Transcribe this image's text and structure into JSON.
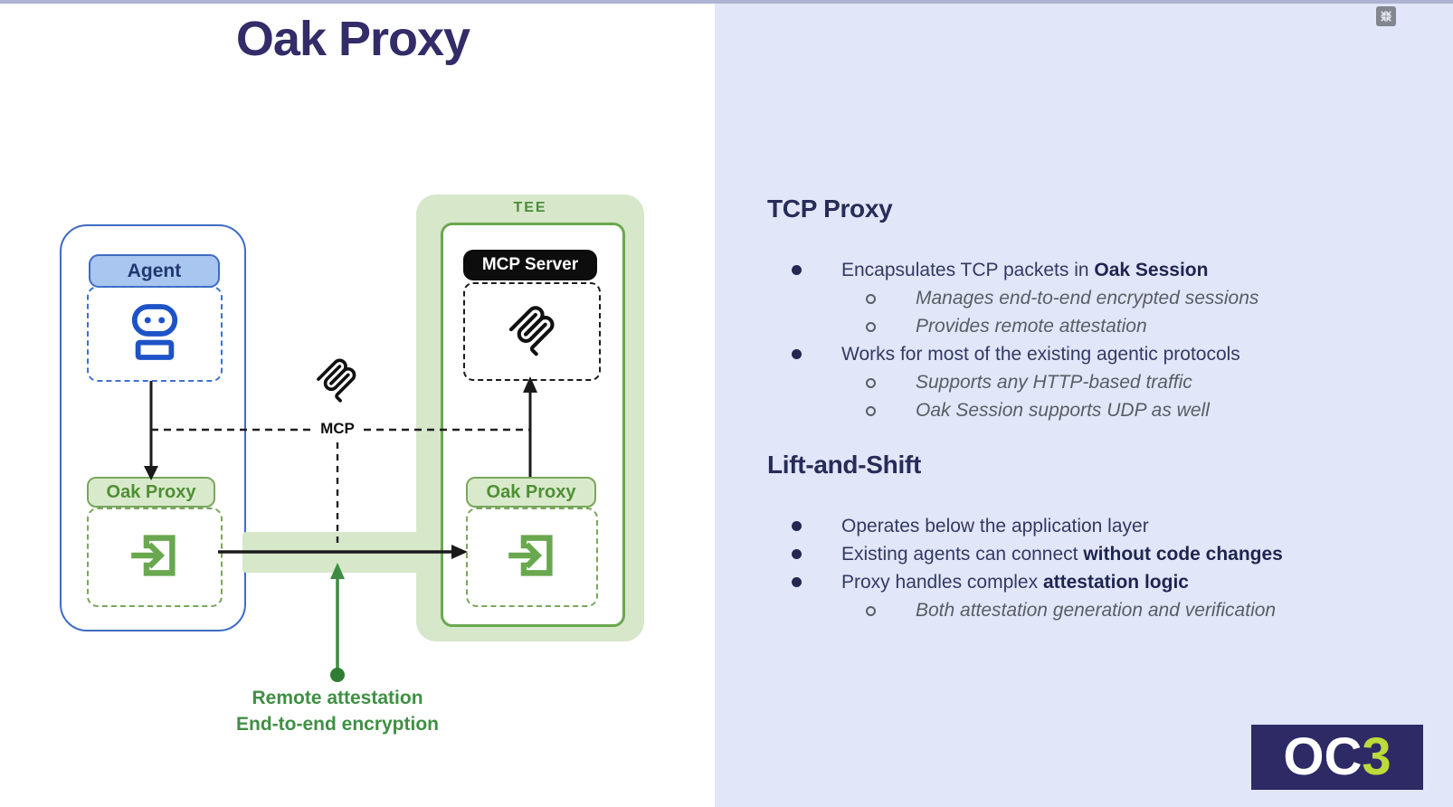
{
  "slide": {
    "title": "Oak Proxy"
  },
  "diagram": {
    "agent": {
      "label": "Agent"
    },
    "oak_proxy_left": {
      "label": "Oak Proxy"
    },
    "oak_proxy_right": {
      "label": "Oak Proxy"
    },
    "tee": {
      "label": "TEE"
    },
    "mcp_server": {
      "label": "MCP Server"
    },
    "mcp_link": {
      "label": "MCP"
    },
    "caption": {
      "line1": "Remote attestation",
      "line2": "End-to-end encryption"
    }
  },
  "right_panel": {
    "sections": [
      {
        "heading": "TCP Proxy",
        "items": [
          {
            "level": 1,
            "italic": false,
            "segments": [
              {
                "t": "Encapsulates TCP packets in "
              },
              {
                "t": "Oak Session",
                "b": true
              }
            ]
          },
          {
            "level": 2,
            "italic": true,
            "segments": [
              {
                "t": "Manages end-to-end encrypted sessions"
              }
            ]
          },
          {
            "level": 2,
            "italic": true,
            "segments": [
              {
                "t": "Provides remote attestation"
              }
            ]
          },
          {
            "level": 1,
            "italic": false,
            "segments": [
              {
                "t": "Works for most of the existing agentic protocols"
              }
            ]
          },
          {
            "level": 2,
            "italic": true,
            "segments": [
              {
                "t": "Supports any HTTP-based traffic"
              }
            ]
          },
          {
            "level": 2,
            "italic": true,
            "segments": [
              {
                "t": "Oak Session supports UDP as well"
              }
            ]
          }
        ]
      },
      {
        "heading": "Lift-and-Shift",
        "items": [
          {
            "level": 1,
            "italic": false,
            "segments": [
              {
                "t": "Operates below the application layer"
              }
            ]
          },
          {
            "level": 1,
            "italic": false,
            "segments": [
              {
                "t": "Existing agents can connect "
              },
              {
                "t": "without code changes",
                "b": true
              }
            ]
          },
          {
            "level": 1,
            "italic": false,
            "segments": [
              {
                "t": "Proxy handles complex "
              },
              {
                "t": "attestation logic",
                "b": true
              }
            ]
          },
          {
            "level": 2,
            "italic": true,
            "segments": [
              {
                "t": "Both attestation generation and verification"
              }
            ]
          }
        ]
      }
    ]
  },
  "logo": {
    "oc": "OC",
    "three": "3"
  },
  "icons": {
    "robot": "robot-agent-icon",
    "login_arrow": "login-arrow-icon",
    "mcp_logo": "mcp-logo-icon",
    "collapse": "collapse-inward-icon"
  },
  "colors": {
    "accent_green": "#6aa84f",
    "green_fill": "#d6e7ca",
    "green_text": "#4f8f35",
    "caption_green": "#3f8f44",
    "accent_blue": "#3f6cc2",
    "blue_fill": "#a9c6f0",
    "panel_bg": "#e1e6f8",
    "heading_navy": "#272c58",
    "body_navy": "#333a63",
    "logo_bg": "#2d2a66",
    "logo_lime": "#bcda3a"
  }
}
